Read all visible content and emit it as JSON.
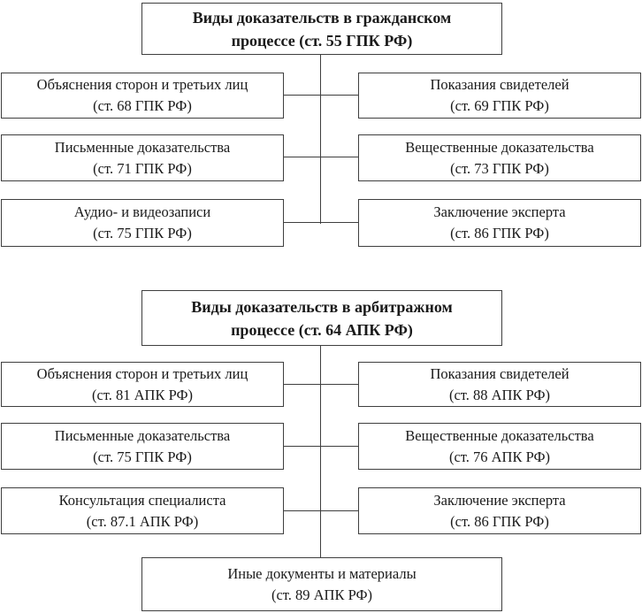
{
  "palette": {
    "background": "#ffffff",
    "border_color": "#3f3f3f",
    "text_color": "#1a1a1a"
  },
  "diagram1": {
    "title": {
      "line1": "Виды доказательств в гражданском",
      "line2": "процессе (ст. 55 ГПК РФ)"
    },
    "boxes": {
      "left": [
        {
          "label": "Объяснения сторон и третьих лиц",
          "article": "(ст. 68 ГПК РФ)"
        },
        {
          "label": "Письменные доказательства",
          "article": "(ст. 71 ГПК РФ)"
        },
        {
          "label": "Аудио- и видеозаписи",
          "article": "(ст. 75 ГПК РФ)"
        }
      ],
      "right": [
        {
          "label": "Показания свидетелей",
          "article": "(ст. 69 ГПК РФ)"
        },
        {
          "label": "Вещественные доказательства",
          "article": "(ст. 73 ГПК РФ)"
        },
        {
          "label": "Заключение эксперта",
          "article": "(ст. 86 ГПК РФ)"
        }
      ]
    }
  },
  "diagram2": {
    "title": {
      "line1": "Виды доказательств в арбитражном",
      "line2": "процессе (ст. 64 АПК РФ)"
    },
    "boxes": {
      "left": [
        {
          "label": "Объяснения сторон и третьих лиц",
          "article": "(ст. 81 АПК РФ)"
        },
        {
          "label": "Письменные доказательства",
          "article": "(ст. 75 ГПК РФ)"
        },
        {
          "label": "Консультация специалиста",
          "article": "(ст. 87.1 АПК РФ)"
        }
      ],
      "right": [
        {
          "label": "Показания свидетелей",
          "article": "(ст. 88 АПК РФ)"
        },
        {
          "label": "Вещественные доказательства",
          "article": "(ст. 76 АПК РФ)"
        },
        {
          "label": "Заключение эксперта",
          "article": "(ст. 86 ГПК РФ)"
        }
      ]
    },
    "bottom": {
      "label": "Иные документы и материалы",
      "article": "(ст. 89 АПК РФ)"
    }
  }
}
